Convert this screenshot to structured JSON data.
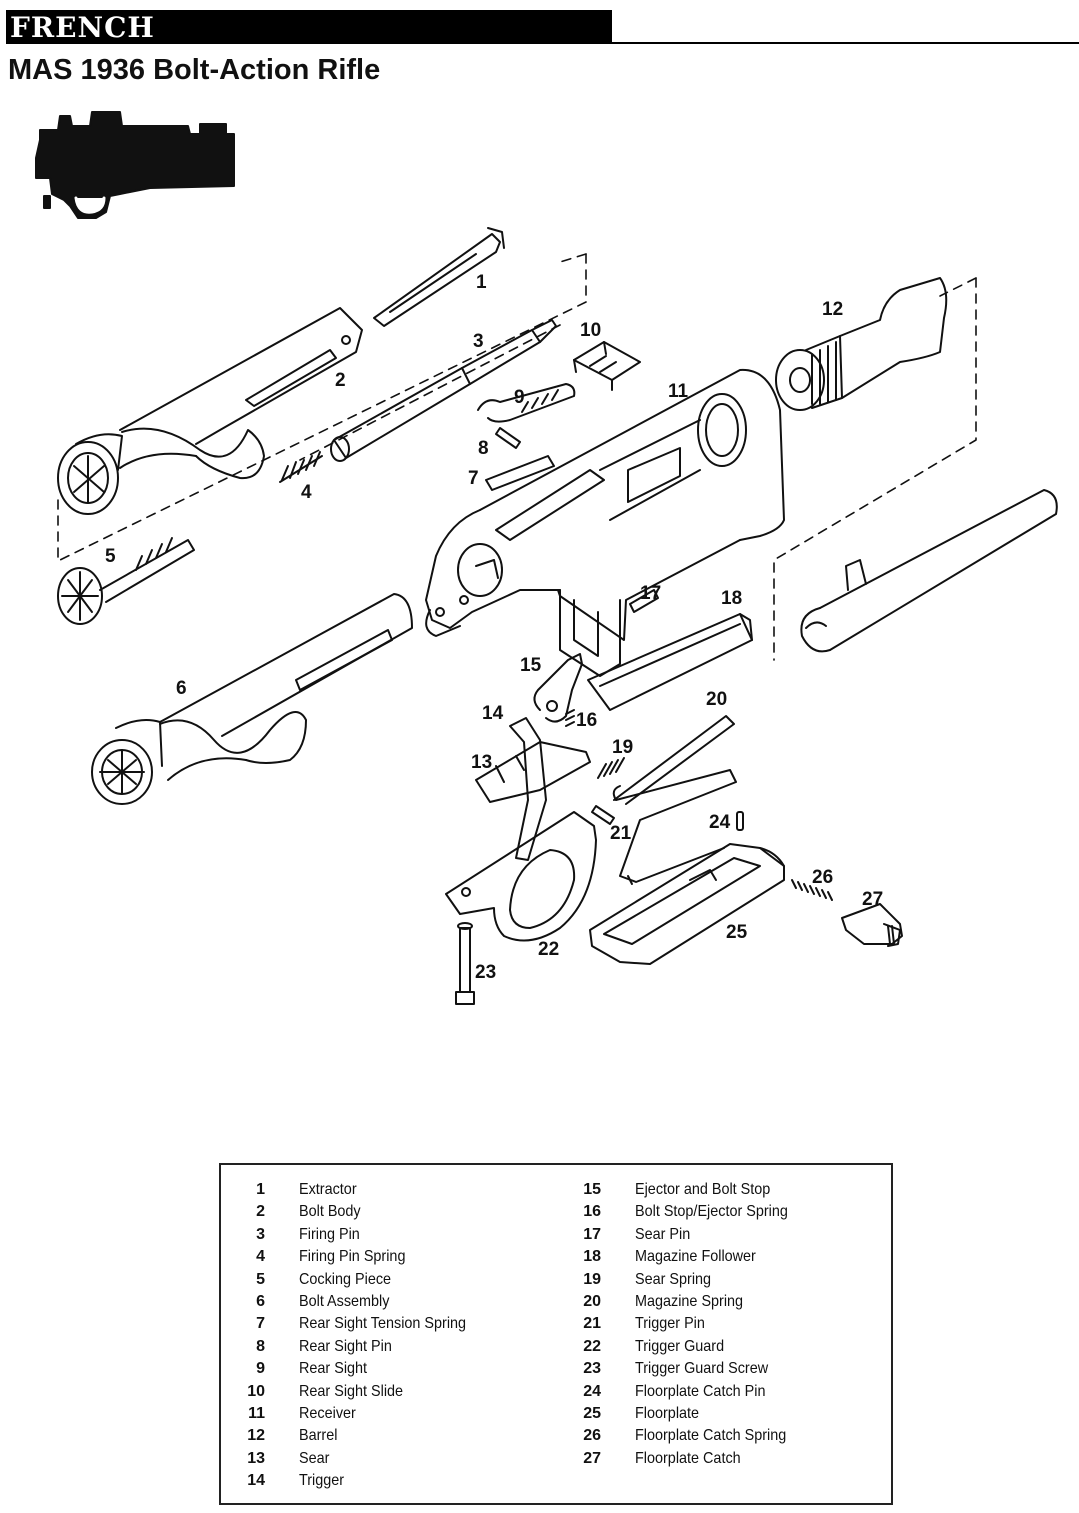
{
  "header": {
    "category": "FRENCH",
    "title": "MAS 1936 Bolt-Action Rifle"
  },
  "colors": {
    "ink": "#111111",
    "header_bar": "#000000",
    "paper": "#ffffff"
  },
  "diagram": {
    "callouts": [
      "1",
      "2",
      "3",
      "4",
      "5",
      "6",
      "7",
      "8",
      "9",
      "10",
      "11",
      "12",
      "13",
      "14",
      "15",
      "16",
      "17",
      "18",
      "19",
      "20",
      "21",
      "22",
      "23",
      "24",
      "25",
      "26",
      "27"
    ]
  },
  "legend": {
    "left": [
      {
        "num": "1",
        "name": "Extractor"
      },
      {
        "num": "2",
        "name": "Bolt Body"
      },
      {
        "num": "3",
        "name": "Firing Pin"
      },
      {
        "num": "4",
        "name": "Firing Pin Spring"
      },
      {
        "num": "5",
        "name": "Cocking Piece"
      },
      {
        "num": "6",
        "name": "Bolt Assembly"
      },
      {
        "num": "7",
        "name": "Rear Sight Tension Spring"
      },
      {
        "num": "8",
        "name": "Rear Sight Pin"
      },
      {
        "num": "9",
        "name": "Rear Sight"
      },
      {
        "num": "10",
        "name": "Rear Sight Slide"
      },
      {
        "num": "11",
        "name": "Receiver"
      },
      {
        "num": "12",
        "name": "Barrel"
      },
      {
        "num": "13",
        "name": "Sear"
      },
      {
        "num": "14",
        "name": "Trigger"
      }
    ],
    "right": [
      {
        "num": "15",
        "name": "Ejector and Bolt Stop"
      },
      {
        "num": "16",
        "name": "Bolt Stop/Ejector Spring"
      },
      {
        "num": "17",
        "name": "Sear Pin"
      },
      {
        "num": "18",
        "name": "Magazine Follower"
      },
      {
        "num": "19",
        "name": "Sear Spring"
      },
      {
        "num": "20",
        "name": "Magazine Spring"
      },
      {
        "num": "21",
        "name": "Trigger Pin"
      },
      {
        "num": "22",
        "name": "Trigger Guard"
      },
      {
        "num": "23",
        "name": "Trigger Guard Screw"
      },
      {
        "num": "24",
        "name": "Floorplate Catch Pin"
      },
      {
        "num": "25",
        "name": "Floorplate"
      },
      {
        "num": "26",
        "name": "Floorplate Catch Spring"
      },
      {
        "num": "27",
        "name": "Floorplate Catch"
      }
    ]
  }
}
